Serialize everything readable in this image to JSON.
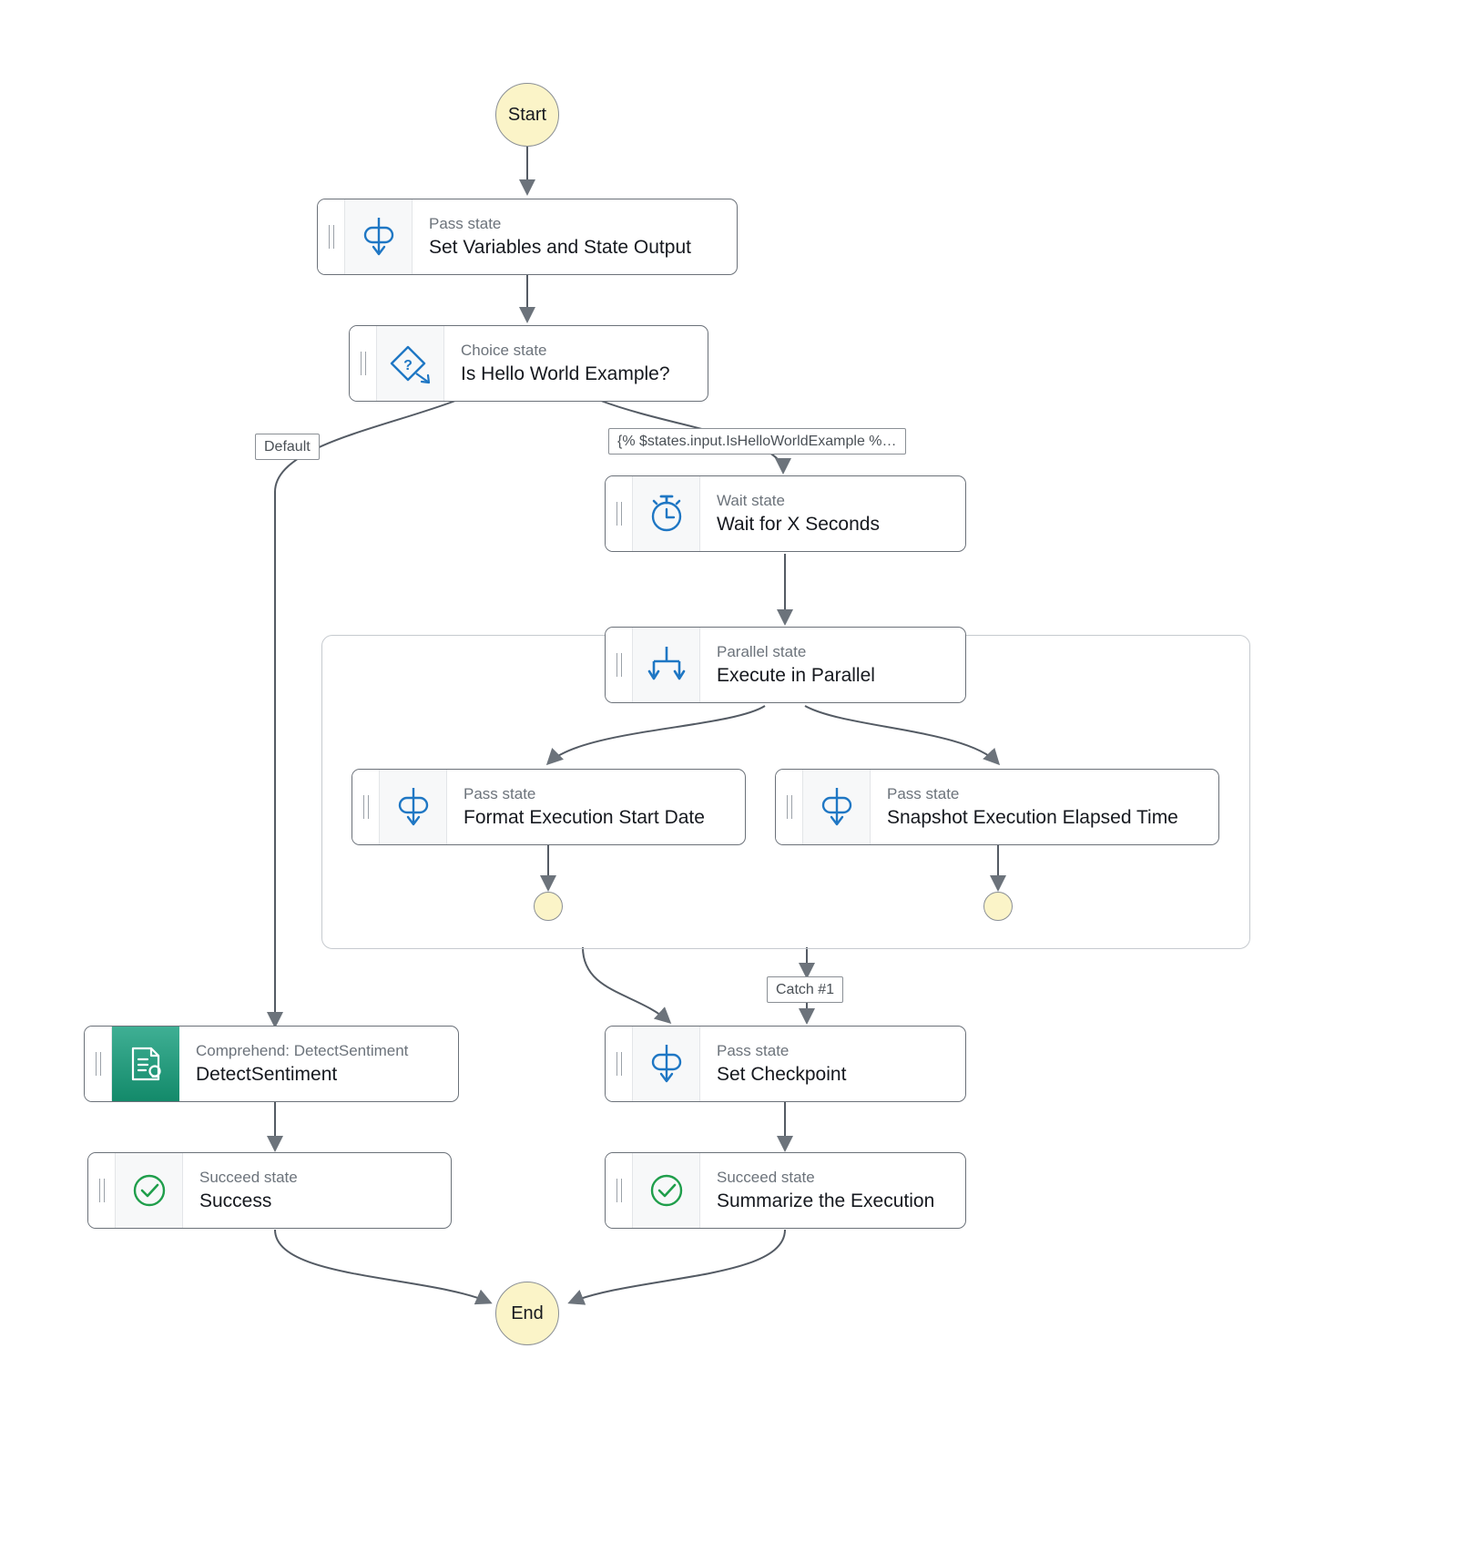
{
  "diagram": {
    "type": "state-machine-workflow",
    "title": "AWS Step Functions Workflow Graph",
    "colors": {
      "terminal_fill": "#fbf4c8",
      "terminal_stroke": "#8a8f95",
      "node_stroke": "#6b7179",
      "icon_blue": "#1f77c4",
      "icon_green_light": "#3faf94",
      "icon_green_dark": "#138a6a",
      "succeed_green": "#1f9e4b",
      "edge_stroke": "#545b64",
      "kind_text": "#6c737b",
      "title_text": "#16191f"
    }
  },
  "terminals": {
    "start": "Start",
    "end": "End"
  },
  "nodes": [
    {
      "id": "set-variables-and-state-output",
      "kind": "Pass state",
      "title": "Set Variables and State Output",
      "icon": "pass-state-icon"
    },
    {
      "id": "is-hello-world-example",
      "kind": "Choice state",
      "title": "Is Hello World Example?",
      "icon": "choice-state-icon"
    },
    {
      "id": "wait-for-x-seconds",
      "kind": "Wait state",
      "title": "Wait for X Seconds",
      "icon": "wait-state-icon"
    },
    {
      "id": "execute-in-parallel",
      "kind": "Parallel state",
      "title": "Execute in Parallel",
      "icon": "parallel-state-icon"
    },
    {
      "id": "format-execution-start-date",
      "kind": "Pass state",
      "title": "Format Execution Start Date",
      "icon": "pass-state-icon"
    },
    {
      "id": "snapshot-execution-elapsed-time",
      "kind": "Pass state",
      "title": "Snapshot Execution Elapsed Time",
      "icon": "pass-state-icon"
    },
    {
      "id": "detect-sentiment",
      "kind": "Comprehend: DetectSentiment",
      "title": "DetectSentiment",
      "icon": "comprehend-icon"
    },
    {
      "id": "set-checkpoint",
      "kind": "Pass state",
      "title": "Set Checkpoint",
      "icon": "pass-state-icon"
    },
    {
      "id": "success",
      "kind": "Succeed state",
      "title": "Success",
      "icon": "succeed-state-icon"
    },
    {
      "id": "summarize-the-execution",
      "kind": "Succeed state",
      "title": "Summarize the Execution",
      "icon": "succeed-state-icon"
    }
  ],
  "edge_labels": {
    "default": "Default",
    "condition": "{% $states.input.IsHelloWorldExample %…",
    "catch": "Catch #1"
  }
}
